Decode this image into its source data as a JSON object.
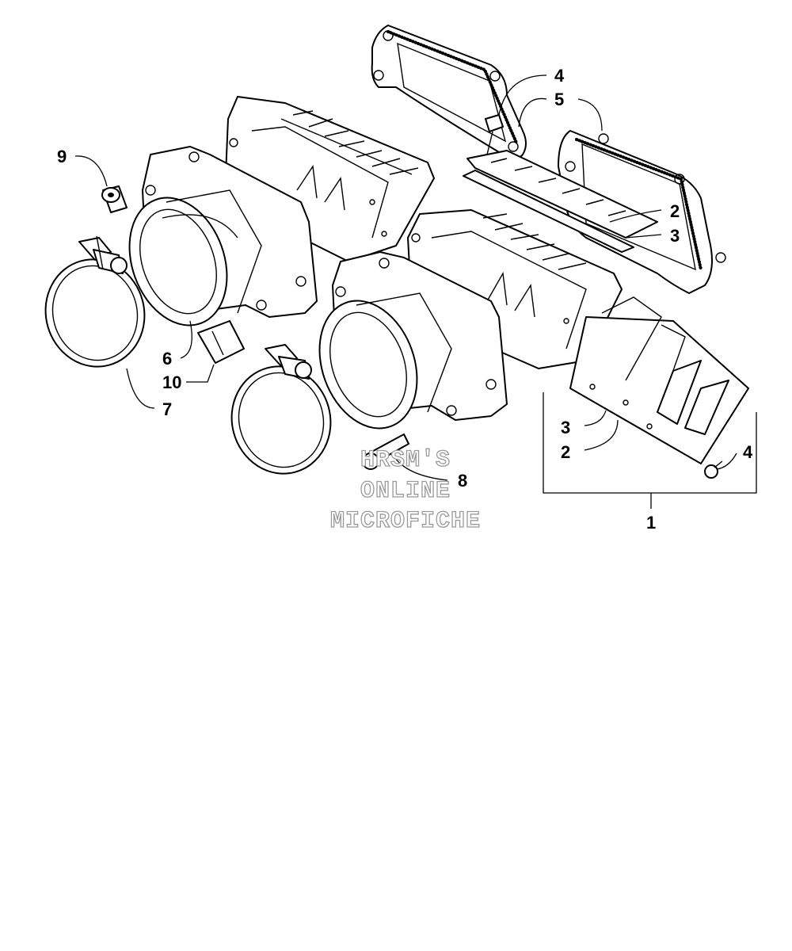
{
  "diagram": {
    "callouts": [
      {
        "id": "c1",
        "text": "1"
      },
      {
        "id": "c2a",
        "text": "2"
      },
      {
        "id": "c2b",
        "text": "2"
      },
      {
        "id": "c3a",
        "text": "3"
      },
      {
        "id": "c3b",
        "text": "3"
      },
      {
        "id": "c4a",
        "text": "4"
      },
      {
        "id": "c4b",
        "text": "4"
      },
      {
        "id": "c5",
        "text": "5"
      },
      {
        "id": "c6",
        "text": "6"
      },
      {
        "id": "c7",
        "text": "7"
      },
      {
        "id": "c8",
        "text": "8"
      },
      {
        "id": "c9",
        "text": "9"
      },
      {
        "id": "c10",
        "text": "10"
      }
    ],
    "watermark": {
      "line1": "HRSM'S",
      "line2": "ONLINE",
      "line3": "MICROFICHE"
    }
  }
}
